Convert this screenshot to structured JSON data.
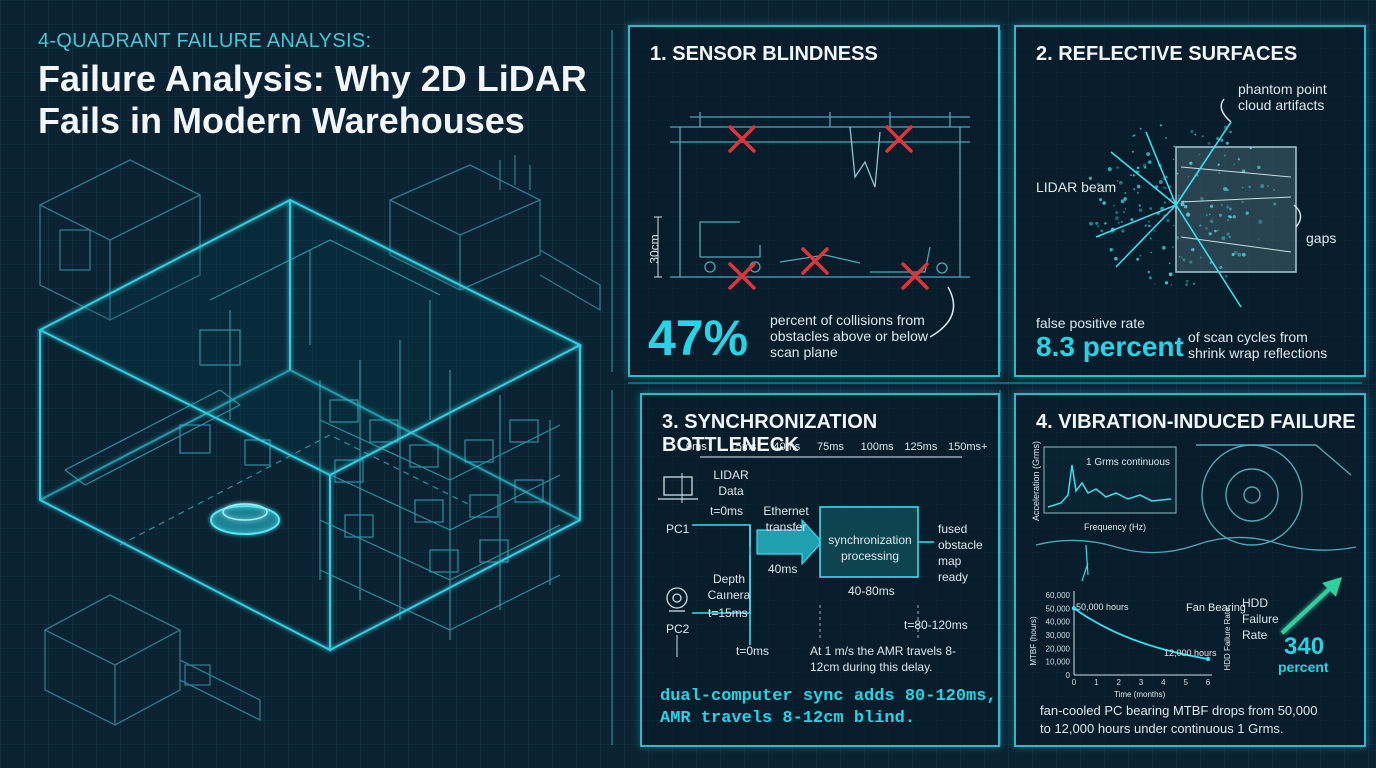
{
  "header": {
    "kicker": "4-QUADRANT FAILURE ANALYSIS:",
    "title": "Failure Analysis: Why 2D LiDAR Fails in Modern Warehouses"
  },
  "colors": {
    "accent": "#26d4e6",
    "panel_border": "#2fb8c9",
    "fail_mark": "#e0333a",
    "background": "#0b2232"
  },
  "panels": {
    "p1": {
      "title": "1. SENSOR BLINDNESS",
      "height_label": "30cm",
      "stat": "47%",
      "stat_desc": "percent of collisions from obstacles above or below scan plane"
    },
    "p2": {
      "title": "2. REFLECTIVE SURFACES",
      "label_phantom": "phantom point cloud artifacts",
      "label_beam": "LIDAR beam",
      "label_gaps": "gaps",
      "label_fpr": "false positive rate",
      "stat": "8.3 percent",
      "stat_desc": "of scan cycles from shrink wrap reflections"
    },
    "p3": {
      "title": "3. SYNCHRONIZATION BOTTLENECK",
      "ticks": [
        "0ms",
        "15ms",
        "40ms",
        "75ms",
        "100ms",
        "125ms",
        "150ms+"
      ],
      "lidar_label": "LIDAR Data",
      "t_lidar": "t=0ms",
      "pc1": "PC1",
      "eth_label": "Ethernet transfer",
      "eth_ms": "40ms",
      "sync_label": "synchronization processing",
      "sync_ms": "40-80ms",
      "fused_label": "fused obstacle map ready",
      "depth_label": "Depth Caınera",
      "t_depth": "t=15ms",
      "pc2": "PC2",
      "t_zero": "t=0ms",
      "t_end": "t=80-120ms",
      "note": "At 1 m/s the AMR travels 8-12cm during this delay.",
      "stat_line1": "dual-computer sync adds 80-120ms,",
      "stat_line2": "AMR travels 8-12cm blind."
    },
    "p4": {
      "title": "4. VIBRATION-INDUCED FAILURE",
      "spec_ylabel": "Acceleration (Grms)",
      "spec_xlabel": "Frequency (Hz)",
      "spec_label": "1 Grms continuous",
      "mtbf_series": "Fan Bearing",
      "mtbf_start": "50,000 hours",
      "mtbf_end": "12,000 hours",
      "mtbf_ylabel": "MTBF (hours)",
      "mtbf_xlabel": "Time (months)",
      "mtbf_yticks": [
        "60,000",
        "50,000",
        "40,000",
        "30,000",
        "20,000",
        "10,000",
        "0"
      ],
      "mtbf_xticks": [
        "0",
        "1",
        "2",
        "3",
        "4",
        "5",
        "6"
      ],
      "hdd_axis": "HDD Failure Rate",
      "hdd_label": "HDD Failure Rate",
      "hdd_stat": "340",
      "hdd_unit": "percent",
      "note_line1": "fan-cooled PC bearing MTBF drops from 50,000",
      "note_line2": "to 12,000 hours under continuous 1 Grms."
    }
  },
  "chart_data": {
    "type": "line",
    "title": "",
    "series": [
      {
        "name": "Fan Bearing",
        "x": [
          0,
          6
        ],
        "values": [
          50000,
          12000
        ]
      }
    ],
    "xlabel": "Time (months)",
    "ylabel": "MTBF (hours)",
    "ylim": [
      0,
      60000
    ],
    "xlim": [
      0,
      6
    ]
  }
}
